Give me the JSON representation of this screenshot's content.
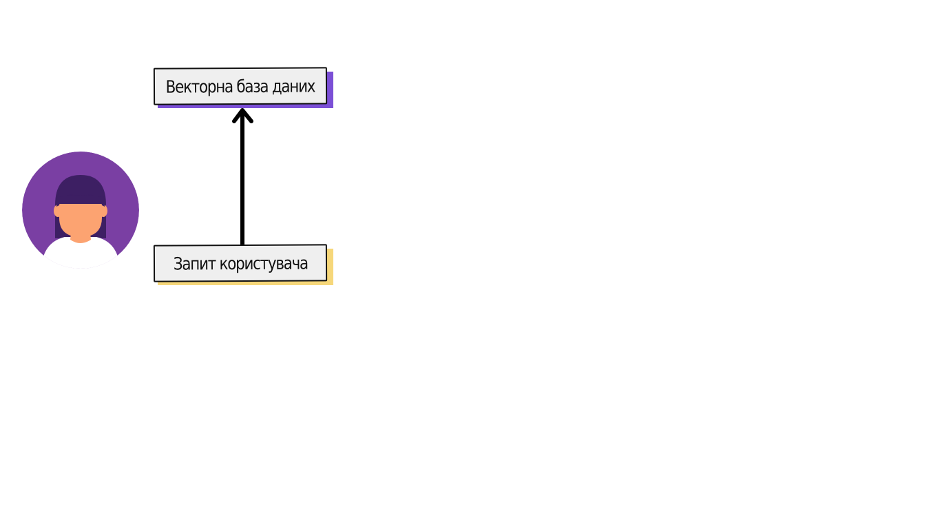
{
  "diagram": {
    "nodes": {
      "vector_db": {
        "label": "Векторна база даних",
        "shadow_color": "#7b4fd6"
      },
      "user_query": {
        "label": "Запит користувача",
        "shadow_color": "#f6d77a"
      }
    },
    "edges": [
      {
        "from": "user_query",
        "to": "vector_db",
        "type": "arrow"
      }
    ],
    "avatar": {
      "icon": "user-avatar-icon",
      "background_color": "#7a3fa3",
      "hair_color": "#3d1f63",
      "skin_color": "#fca371",
      "shirt_color": "#ffffff"
    }
  }
}
